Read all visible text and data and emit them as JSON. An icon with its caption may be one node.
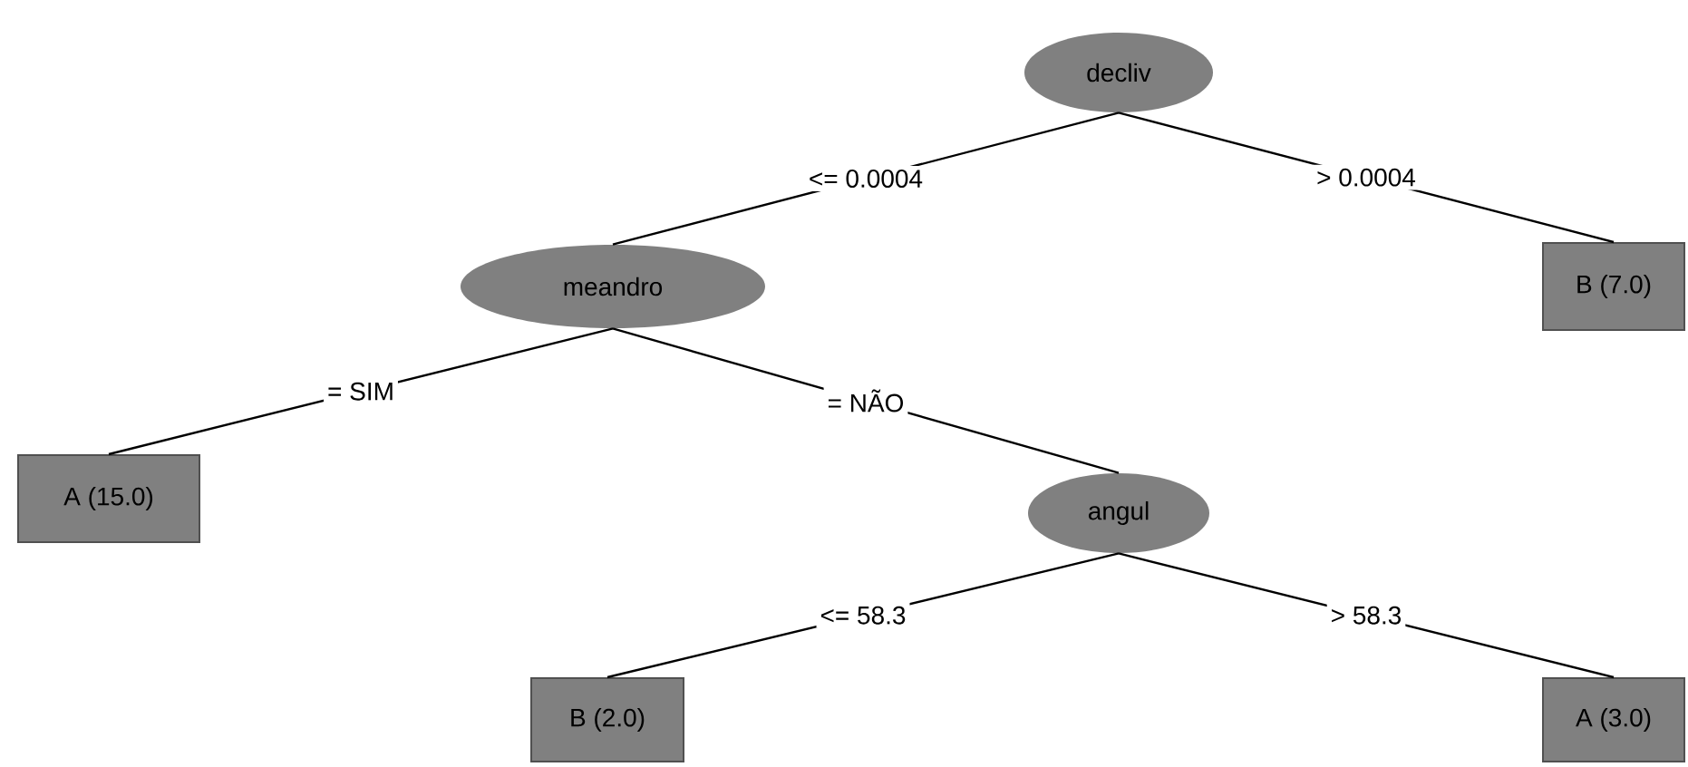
{
  "diagram": {
    "nodes": [
      {
        "text": [
          "decliv"
        ]
      },
      {
        "text": [
          "meandro"
        ]
      },
      {
        "text": [
          "B (7.0)"
        ]
      },
      {
        "text": [
          "A (15.0)"
        ]
      },
      {
        "text": [
          "angul"
        ]
      },
      {
        "text": [
          "B (2.0)"
        ]
      },
      {
        "text": [
          "A (3.0)"
        ]
      }
    ],
    "edges": [
      {
        "from": 0,
        "to": 1,
        "arrow": "none",
        "label": "<= 0.0004"
      },
      {
        "from": 0,
        "to": 2,
        "arrow": "none",
        "label": "> 0.0004"
      },
      {
        "from": 1,
        "to": 3,
        "arrow": "none",
        "label": "= SIM"
      },
      {
        "from": 1,
        "to": 4,
        "arrow": "none",
        "label": "= NÃO"
      },
      {
        "from": 4,
        "to": 5,
        "arrow": "none",
        "label": "<= 58.3"
      },
      {
        "from": 4,
        "to": 6,
        "arrow": "none",
        "label": "> 58.3"
      }
    ]
  }
}
